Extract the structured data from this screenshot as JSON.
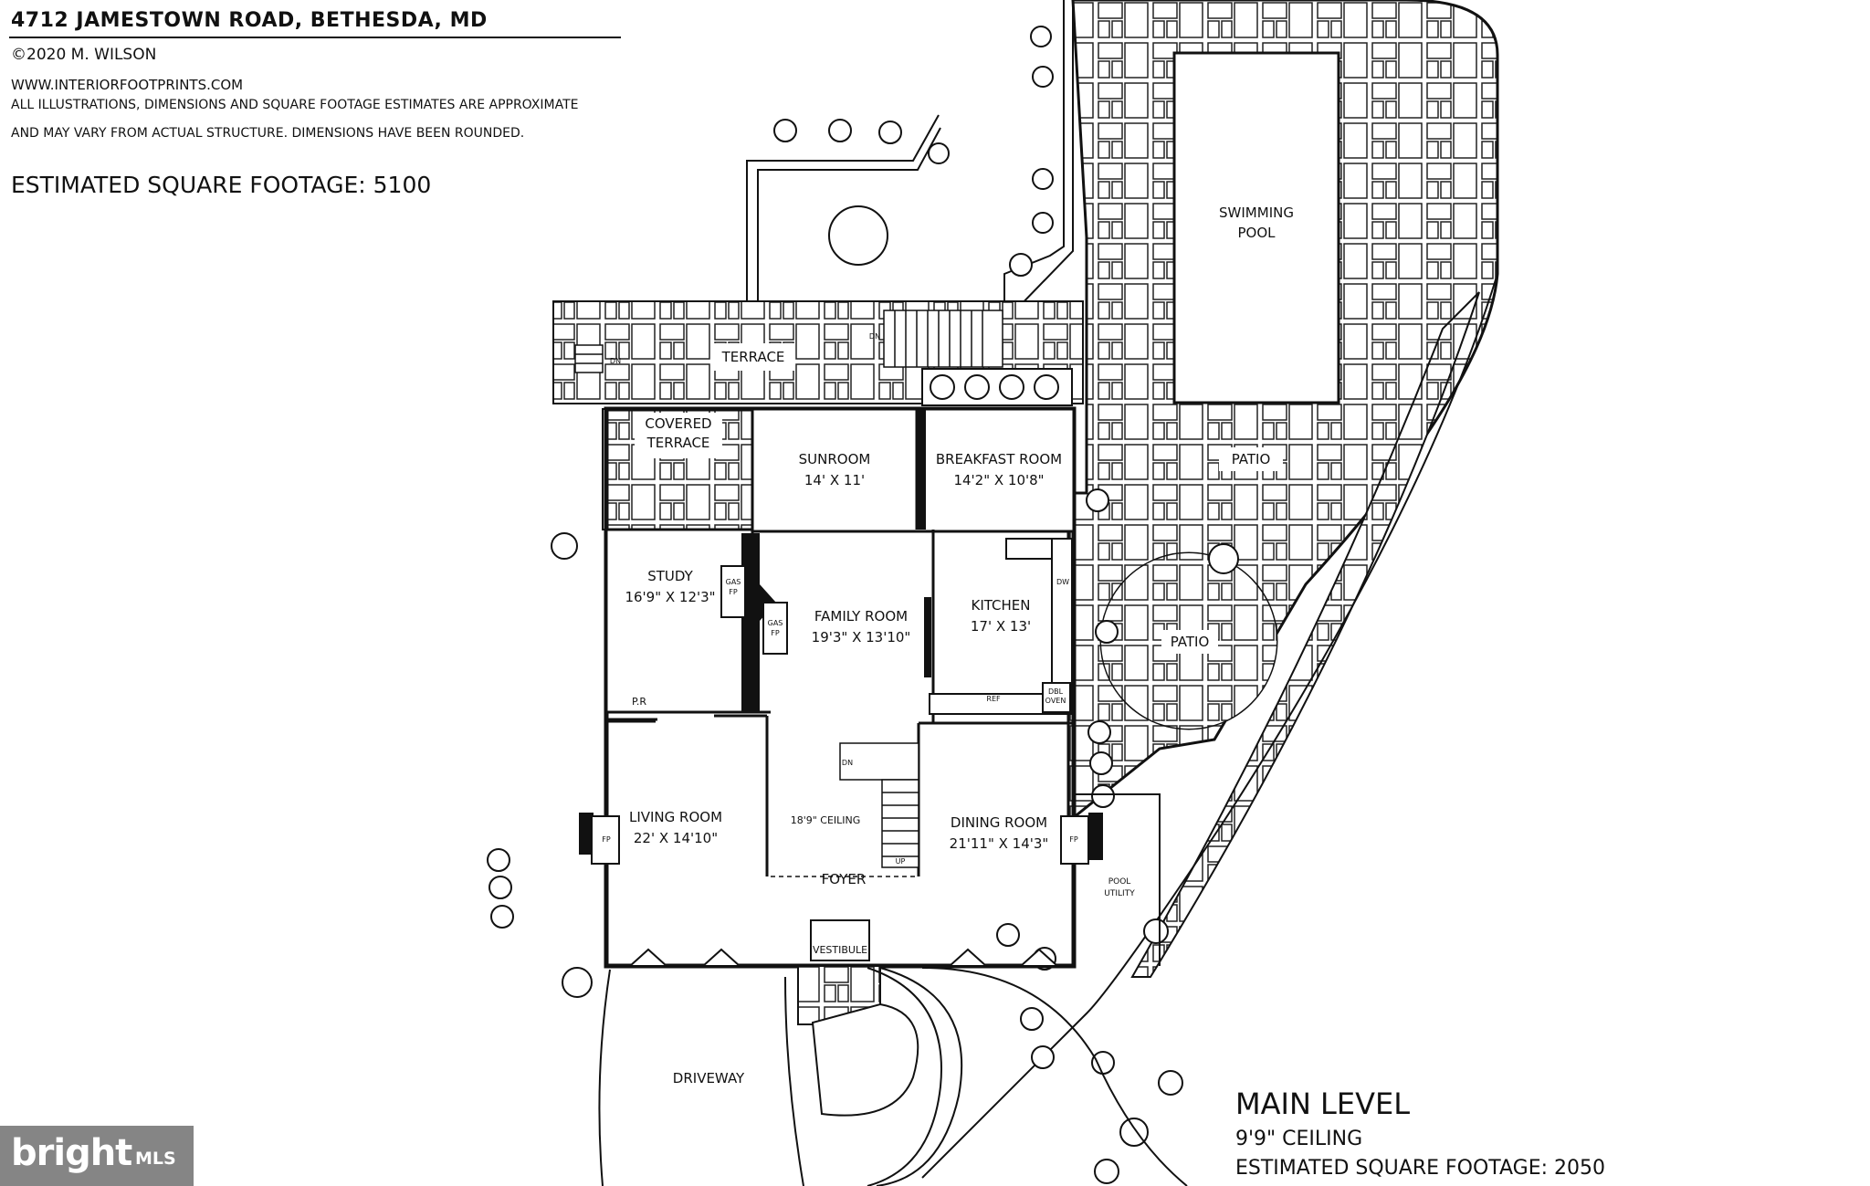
{
  "header": {
    "address": "4712 JAMESTOWN ROAD, BETHESDA, MD",
    "copyright": "©2020 M. WILSON",
    "website": "WWW.INTERIORFOOTPRINTS.COM",
    "disclaimer_line1": "ALL ILLUSTRATIONS, DIMENSIONS AND SQUARE FOOTAGE ESTIMATES ARE APPROXIMATE",
    "disclaimer_line2": "AND MAY VARY FROM ACTUAL STRUCTURE. DIMENSIONS HAVE BEEN ROUNDED.",
    "total_sqft": "ESTIMATED SQUARE FOOTAGE: 5100"
  },
  "level": {
    "name": "MAIN LEVEL",
    "ceiling": "9'9\" CEILING",
    "sqft": "ESTIMATED SQUARE FOOTAGE: 2050"
  },
  "rooms": {
    "terrace": "TERRACE",
    "covered_terrace_1": "COVERED",
    "covered_terrace_2": "TERRACE",
    "sunroom": "SUNROOM",
    "sunroom_dim": "14' X 11'",
    "breakfast": "BREAKFAST ROOM",
    "breakfast_dim": "14'2\" X 10'8\"",
    "study": "STUDY",
    "study_dim": "16'9\" X 12'3\"",
    "family": "FAMILY ROOM",
    "family_dim": "19'3\" X 13'10\"",
    "kitchen": "KITCHEN",
    "kitchen_dim": "17' X 13'",
    "living": "LIVING ROOM",
    "living_dim": "22' X 14'10\"",
    "dining": "DINING ROOM",
    "dining_dim": "21'11\" X 14'3\"",
    "foyer": "FOYER",
    "foyer_ceiling": "18'9\" CEILING",
    "vestibule": "VESTIBULE",
    "swimming_1": "SWIMMING",
    "swimming_2": "POOL",
    "patio": "PATIO",
    "patio_round": "PATIO",
    "driveway": "DRIVEWAY",
    "pool_utility_1": "POOL",
    "pool_utility_2": "UTILITY",
    "powder": "P.R"
  },
  "fixtures": {
    "gas": "GAS",
    "fp": "FP",
    "dn": "DN",
    "up": "UP",
    "dw": "DW",
    "ref": "REF",
    "wall_oven_1": "DBL",
    "wall_oven_2": "OVEN"
  },
  "logo": {
    "brand": "bright",
    "suffix": "MLS"
  }
}
